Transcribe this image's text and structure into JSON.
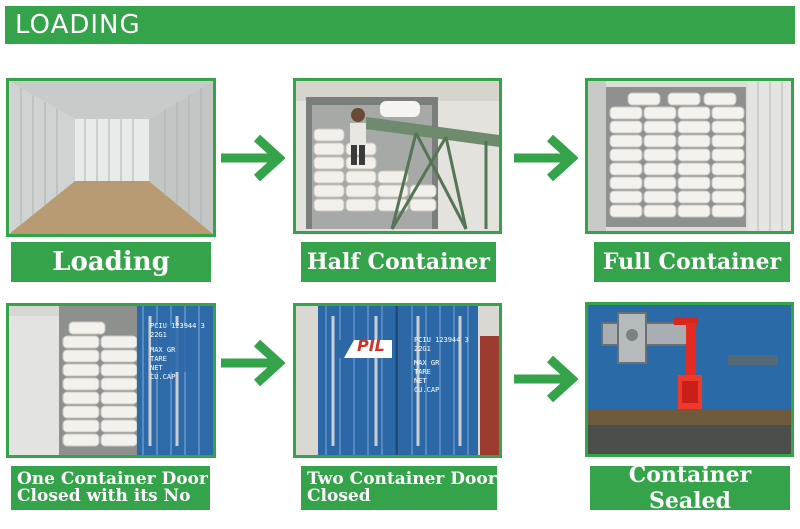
{
  "header": {
    "title": "LOADING"
  },
  "steps": [
    {
      "label": "Loading"
    },
    {
      "label": "Half Container"
    },
    {
      "label": "Full Container"
    },
    {
      "label_line1": "One Container Door",
      "label_line2": "Closed with its No"
    },
    {
      "label_line1": "Two Container Door",
      "label_line2": "Closed"
    },
    {
      "label": "Container Sealed"
    }
  ],
  "container_markings": {
    "brand": "PIL",
    "code_a": "PCIU 123944 3",
    "code_b": "22G1",
    "specs": [
      "MAX GR",
      "TARE",
      "NET",
      "CU.CAP"
    ]
  },
  "colors": {
    "accent": "#34a34a",
    "text": "#ffffff"
  },
  "icons": {
    "arrow": "arrow-right-icon"
  }
}
